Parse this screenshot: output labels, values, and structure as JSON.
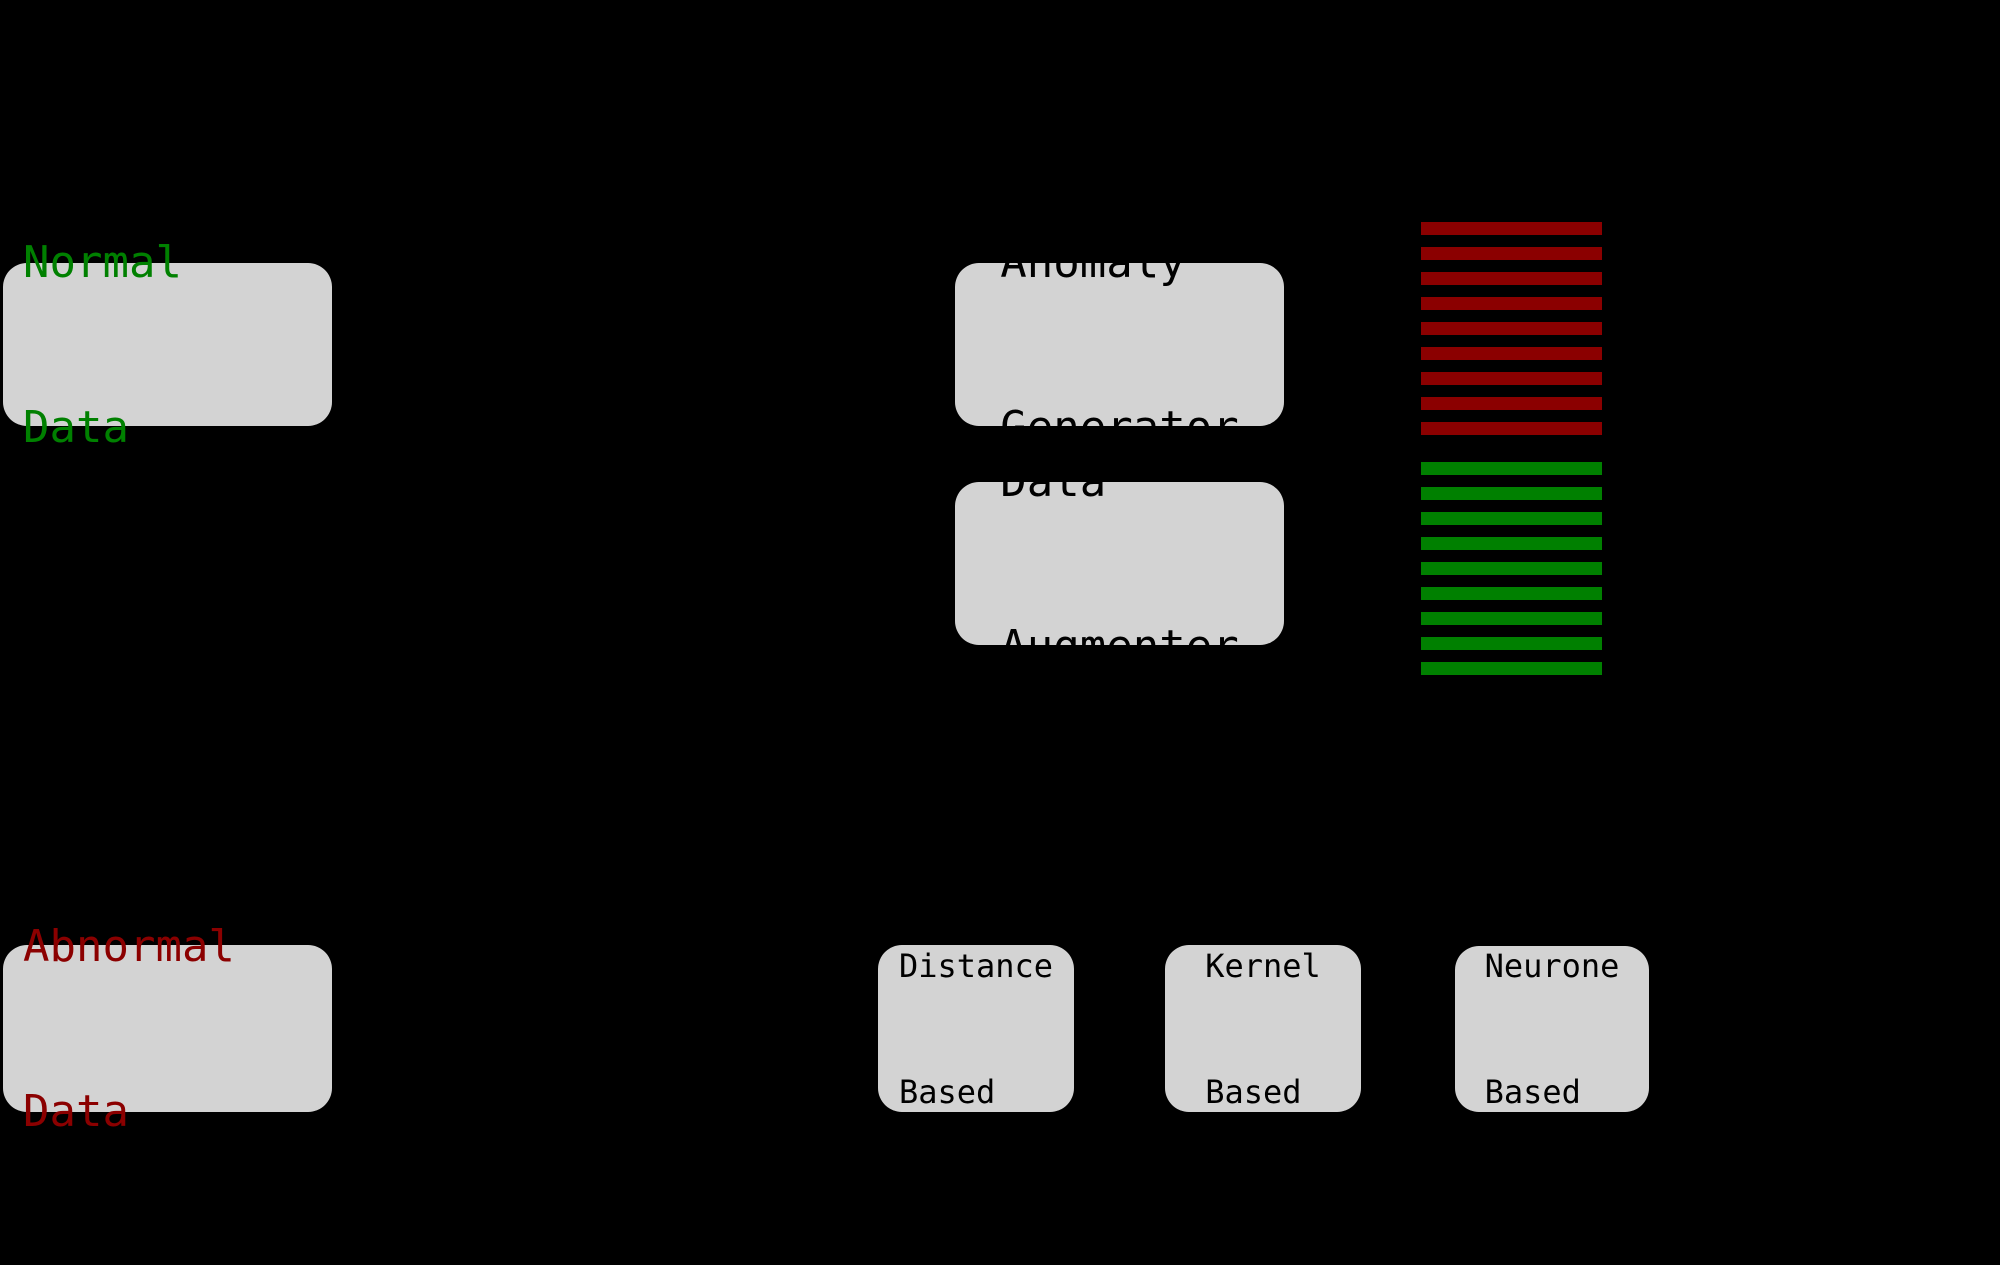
{
  "background": "#000000",
  "box_fill": "#d3d3d3",
  "nodes": {
    "normal_data": {
      "lines": [
        "Normal",
        "Data"
      ],
      "text_color": "#008000"
    },
    "abnormal_data": {
      "lines": [
        "Abnormal",
        "Data"
      ],
      "text_color": "#8b0000"
    },
    "anomaly_generator": {
      "lines": [
        "Anomaly",
        "Generator"
      ],
      "text_color": "#000000"
    },
    "data_augmenter": {
      "lines": [
        "Data",
        "Augmenter"
      ],
      "text_color": "#000000"
    },
    "distance_based": {
      "lines": [
        "Distance",
        "Based"
      ],
      "text_color": "#000000"
    },
    "kernel_based": {
      "lines": [
        "Kernel",
        "Based"
      ],
      "text_color": "#000000"
    },
    "neurone_based": {
      "lines": [
        "Neurone",
        "Based"
      ],
      "text_color": "#000000"
    }
  },
  "stripe_stacks": {
    "anomalous": {
      "color": "#8b0000",
      "count": 9
    },
    "augmented": {
      "color": "#008000",
      "count": 9
    }
  }
}
